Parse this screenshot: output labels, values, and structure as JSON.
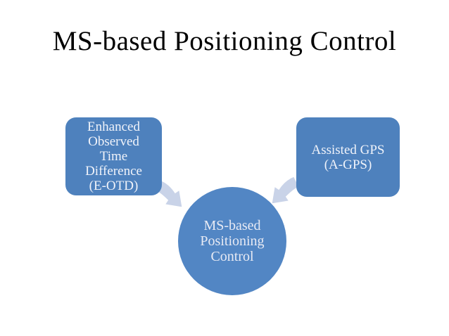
{
  "title": "MS-based Positioning Control",
  "diagram": {
    "type": "converging-arrows",
    "left_node": {
      "lines": [
        "Enhanced",
        "Observed",
        "Time",
        "Difference",
        "(E-OTD)"
      ]
    },
    "right_node": {
      "lines": [
        "Assisted GPS",
        "(A-GPS)"
      ]
    },
    "center_node": {
      "lines": [
        "MS-based",
        "Positioning",
        "Control"
      ]
    },
    "arrows": [
      {
        "name": "left-to-center",
        "direction": "down-right"
      },
      {
        "name": "right-to-center",
        "direction": "down-left"
      }
    ],
    "colors": {
      "node_fill": "#4e81bd",
      "center_fill": "#5286c4",
      "arrow_fill": "#c9d3e8",
      "node_text": "#f0f3fa",
      "center_text": "#e7eaf4",
      "title_text": "#000000",
      "background": "#ffffff"
    }
  }
}
